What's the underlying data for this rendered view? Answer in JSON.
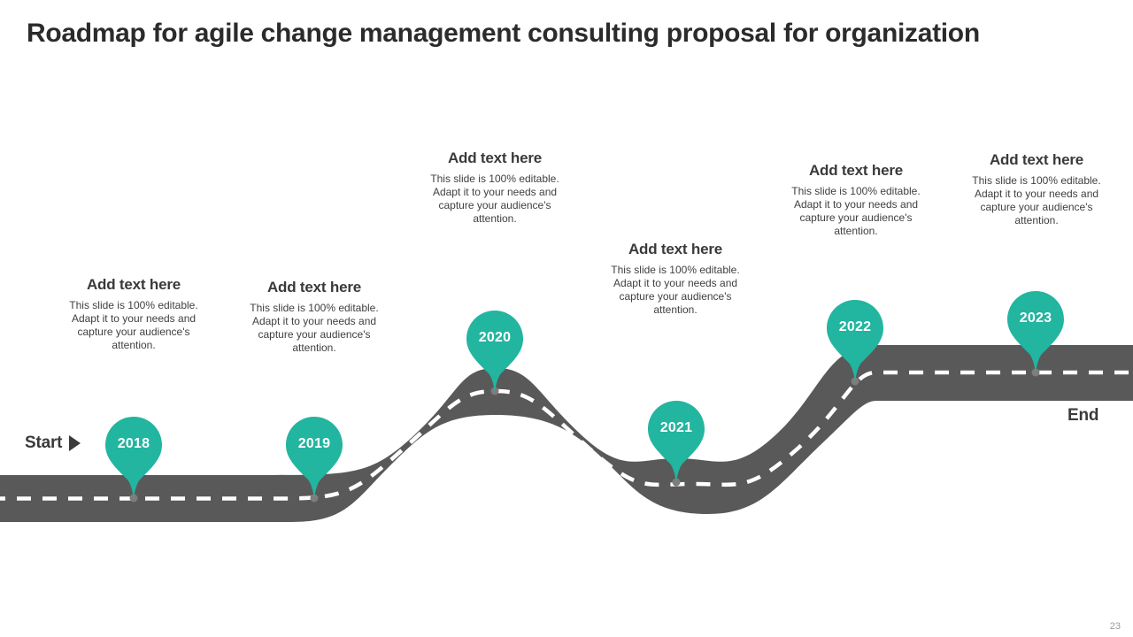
{
  "slide": {
    "title": "Roadmap for agile change management consulting proposal for organization",
    "page_number": "23",
    "start_label": "Start",
    "end_label": "End",
    "colors": {
      "accent_teal": "#22b5a0",
      "road_gray": "#595959",
      "lane_dash": "#ffffff",
      "text_dark": "#3a3a3a",
      "background": "#ffffff"
    }
  },
  "milestones": [
    {
      "year": "2018",
      "heading": "Add text here",
      "body": "This slide is 100% editable. Adapt it to your needs and capture your audience's attention."
    },
    {
      "year": "2019",
      "heading": "Add text here",
      "body": "This slide is 100% editable. Adapt it to your needs and capture your audience's attention."
    },
    {
      "year": "2020",
      "heading": "Add text here",
      "body": "This slide is 100% editable. Adapt it to your needs and capture your audience's attention."
    },
    {
      "year": "2021",
      "heading": "Add text here",
      "body": "This slide is 100% editable. Adapt it to your needs and capture your audience's attention."
    },
    {
      "year": "2022",
      "heading": "Add text here",
      "body": "This slide is 100% editable. Adapt it to your needs and capture your audience's attention."
    },
    {
      "year": "2023",
      "heading": "Add text here",
      "body": "This slide is 100% editable. Adapt it to your needs and capture your audience's attention."
    }
  ]
}
